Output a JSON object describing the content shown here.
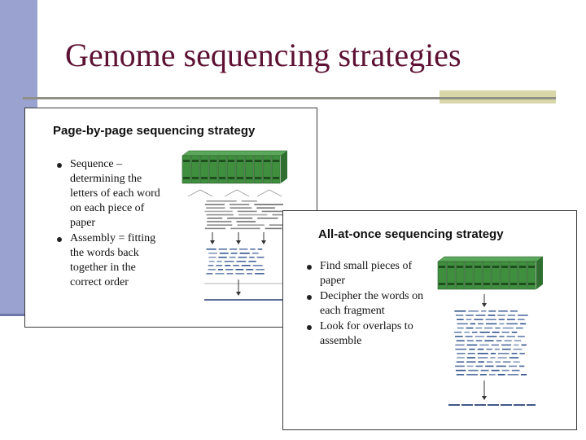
{
  "slide": {
    "title": "Genome sequencing strategies"
  },
  "panel_page_by_page": {
    "title": "Page-by-page sequencing strategy",
    "bullets": [
      "Sequence – determining the letters of each word on each piece of paper",
      "Assembly = fitting the words back together in the correct order"
    ]
  },
  "panel_all_at_once": {
    "title": "All-at-once sequencing strategy",
    "bullets": [
      "Find small pieces of paper",
      "Decipher the words on each fragment",
      "Look for overlaps to assemble"
    ]
  },
  "colors": {
    "title": "#5d1133",
    "accent_bar": "#9aa3cf",
    "book_green": "#3f8f3f",
    "fragment_blue": "#2d4f8a"
  }
}
